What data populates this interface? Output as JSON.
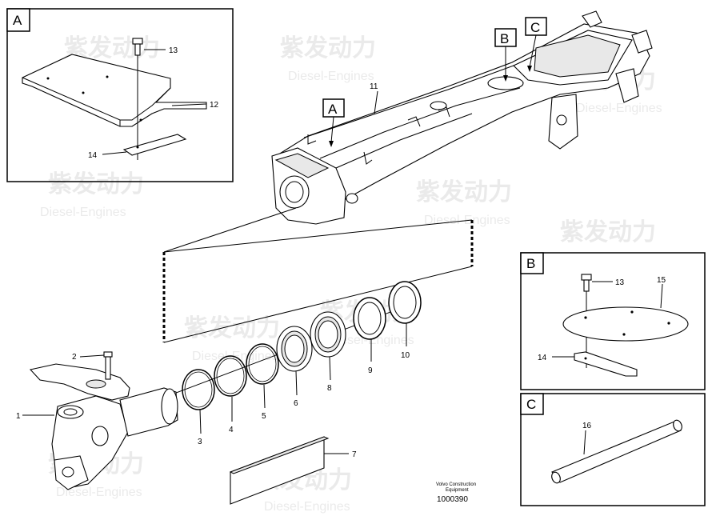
{
  "watermark": {
    "cn": "紫发动力",
    "en": "Diesel-Engines"
  },
  "detail_labels": {
    "a": "A",
    "b": "B",
    "c": "C"
  },
  "callouts": {
    "p1": "1",
    "p2": "2",
    "p3": "3",
    "p4": "4",
    "p5": "5",
    "p6": "6",
    "p7": "7",
    "p8": "8",
    "p9": "9",
    "p10": "10",
    "p11": "11",
    "p12": "12",
    "p13a": "13",
    "p14a": "14",
    "p13b": "13",
    "p14b": "14",
    "p15": "15",
    "p16": "16"
  },
  "footer": {
    "line1": "Volvo Construction",
    "line2": "Equipment",
    "drawing_no": "1000390"
  }
}
